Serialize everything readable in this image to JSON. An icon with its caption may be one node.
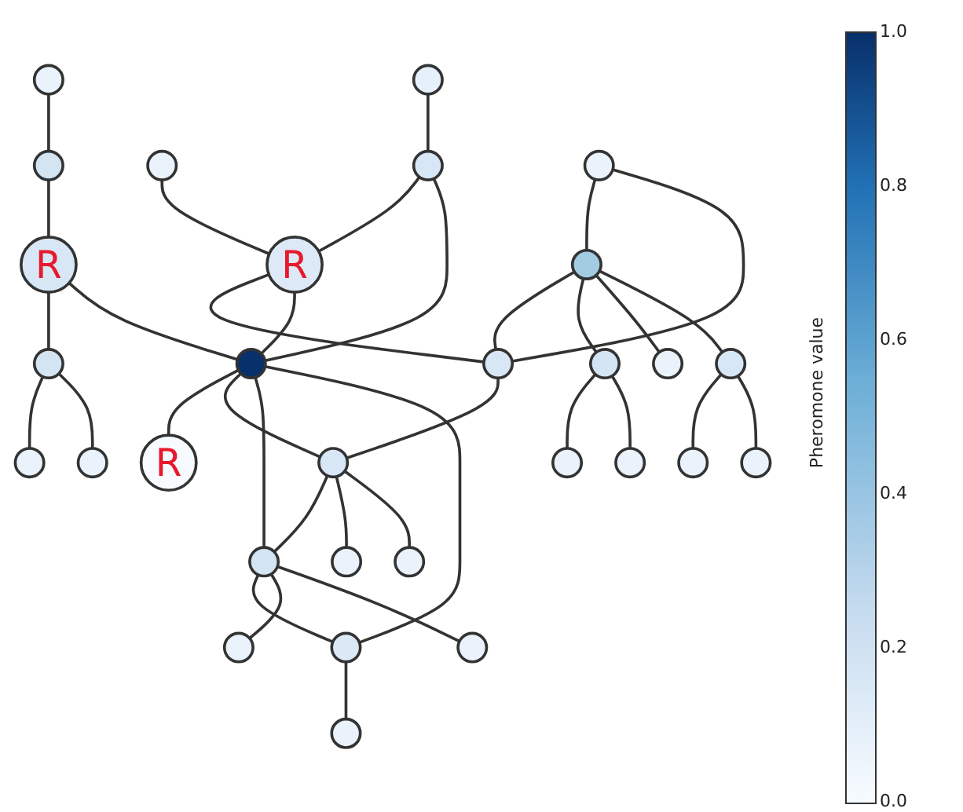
{
  "diagram": {
    "nodes": [
      {
        "text": [],
        "shape": "circle"
      },
      {
        "text": [],
        "shape": "circle"
      },
      {
        "text": [],
        "shape": "circle"
      },
      {
        "text": [],
        "shape": "circle"
      },
      {
        "text": [],
        "shape": "circle"
      },
      {
        "text": [],
        "shape": "circle"
      },
      {
        "text": [],
        "shape": "circle"
      },
      {
        "text": [],
        "shape": "circle"
      },
      {
        "text": [],
        "shape": "circle"
      },
      {
        "text": [],
        "shape": "circle"
      },
      {
        "text": [],
        "shape": "circle"
      },
      {
        "text": [
          "R"
        ]
      },
      {
        "text": [
          "R"
        ]
      },
      {
        "text": [],
        "shape": "circle"
      },
      {
        "text": [],
        "shape": "circle"
      },
      {
        "text": [],
        "shape": "circle"
      },
      {
        "text": [],
        "shape": "circle"
      },
      {
        "text": [],
        "shape": "circle"
      },
      {
        "text": [
          "R"
        ]
      },
      {
        "text": [],
        "shape": "circle"
      },
      {
        "text": [],
        "shape": "circle"
      },
      {
        "text": [],
        "shape": "circle"
      },
      {
        "text": [],
        "shape": "circle"
      },
      {
        "text": [],
        "shape": "circle"
      },
      {
        "text": [],
        "shape": "circle"
      },
      {
        "text": [],
        "shape": "circle"
      },
      {
        "text": [],
        "shape": "circle"
      },
      {
        "text": [],
        "shape": "circle"
      },
      {
        "text": [],
        "shape": "circle"
      },
      {
        "text": [],
        "shape": "circle"
      }
    ],
    "edges": [
      {
        "from": 0,
        "to": 2,
        "arrow": "none"
      },
      {
        "from": 2,
        "to": 11,
        "arrow": "none"
      },
      {
        "from": 11,
        "to": 9,
        "arrow": "none"
      },
      {
        "from": 9,
        "to": 5,
        "arrow": "none"
      },
      {
        "from": 9,
        "to": 10,
        "arrow": "none"
      },
      {
        "from": 11,
        "to": 17,
        "arrow": "none"
      },
      {
        "from": 1,
        "to": 7,
        "arrow": "none"
      },
      {
        "from": 7,
        "to": 12,
        "arrow": "none"
      },
      {
        "from": 7,
        "to": 17,
        "arrow": "none"
      },
      {
        "from": 4,
        "to": 12,
        "arrow": "none"
      },
      {
        "from": 12,
        "to": 15,
        "arrow": "none"
      },
      {
        "from": 12,
        "to": 17,
        "arrow": "none"
      },
      {
        "from": 13,
        "to": 14,
        "arrow": "none"
      },
      {
        "from": 13,
        "to": 15,
        "arrow": "none"
      },
      {
        "from": 14,
        "to": 15,
        "arrow": "none"
      },
      {
        "from": 14,
        "to": 8,
        "arrow": "none"
      },
      {
        "from": 8,
        "to": 3,
        "arrow": "none"
      },
      {
        "from": 8,
        "to": 6,
        "arrow": "none"
      },
      {
        "from": 14,
        "to": 16,
        "arrow": "none"
      },
      {
        "from": 14,
        "to": 19,
        "arrow": "none"
      },
      {
        "from": 19,
        "to": 20,
        "arrow": "none"
      },
      {
        "from": 19,
        "to": 23,
        "arrow": "none"
      },
      {
        "from": 17,
        "to": 18,
        "arrow": "none"
      },
      {
        "from": 15,
        "to": 22,
        "arrow": "none"
      },
      {
        "from": 17,
        "to": 22,
        "arrow": "none"
      },
      {
        "from": 17,
        "to": 24,
        "arrow": "none"
      },
      {
        "from": 17,
        "to": 21,
        "arrow": "none"
      },
      {
        "from": 22,
        "to": 24,
        "arrow": "none"
      },
      {
        "from": 22,
        "to": 26,
        "arrow": "none"
      },
      {
        "from": 22,
        "to": 27,
        "arrow": "none"
      },
      {
        "from": 24,
        "to": 21,
        "arrow": "none"
      },
      {
        "from": 24,
        "to": 28,
        "arrow": "none"
      },
      {
        "from": 24,
        "to": 29,
        "arrow": "none"
      },
      {
        "from": 21,
        "to": 25,
        "arrow": "none"
      }
    ],
    "labels": [
      "1.0",
      "0.8",
      "0.6",
      "0.4",
      "0.2",
      "0.0",
      "Pheromone value"
    ]
  }
}
